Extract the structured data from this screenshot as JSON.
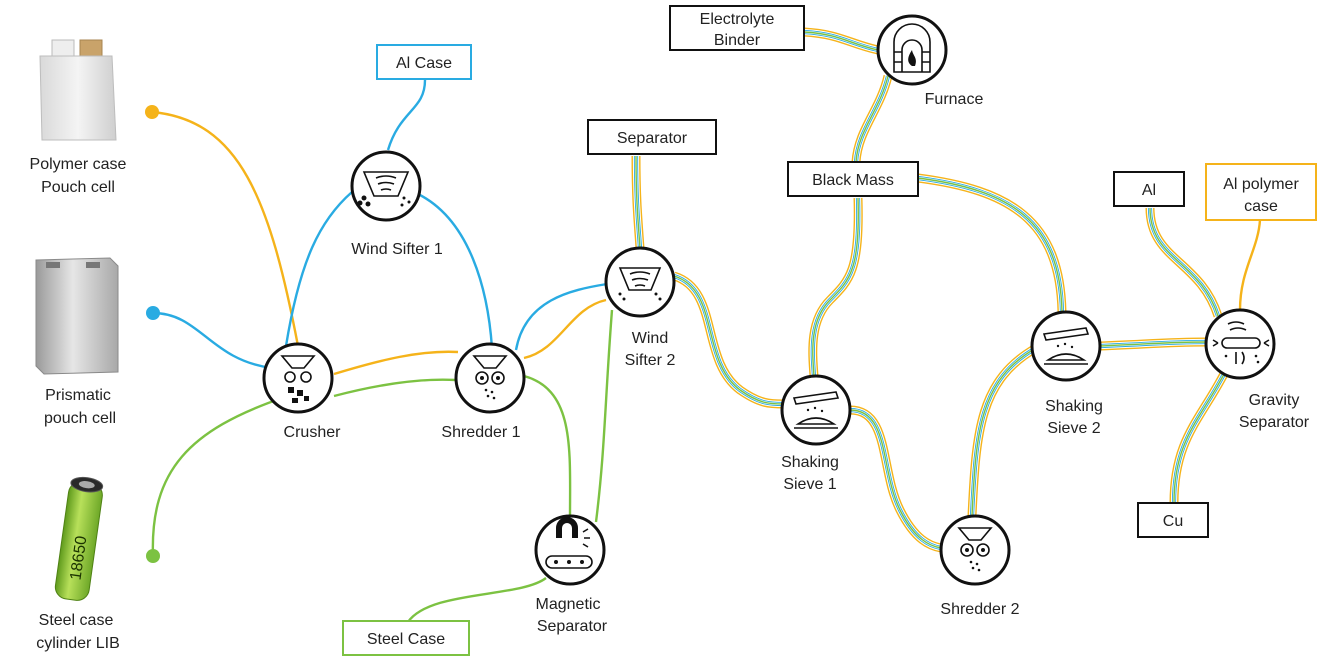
{
  "colors": {
    "pouch": "#f5b31a",
    "prismatic": "#29abe2",
    "cylinder": "#7cc242",
    "node_stroke": "#111111",
    "box_default": "#111111"
  },
  "inputs": [
    {
      "id": "pouch",
      "label_lines": [
        "Polymer case",
        "Pouch cell"
      ]
    },
    {
      "id": "prismatic",
      "label_lines": [
        "Prismatic",
        "pouch cell"
      ]
    },
    {
      "id": "cylinder",
      "label_lines": [
        "Steel case",
        "cylinder LIB"
      ],
      "cell_text": "18650"
    }
  ],
  "nodes": [
    {
      "id": "crusher",
      "label_lines": [
        "Crusher"
      ],
      "icon": "crusher-icon"
    },
    {
      "id": "windsifter1",
      "label_lines": [
        "Wind Sifter 1"
      ],
      "icon": "wind-sifter-icon"
    },
    {
      "id": "shredder1",
      "label_lines": [
        "Shredder 1"
      ],
      "icon": "shredder-icon"
    },
    {
      "id": "windsifter2",
      "label_lines": [
        "Wind",
        "Sifter 2"
      ],
      "icon": "wind-sifter-icon"
    },
    {
      "id": "magnetic",
      "label_lines": [
        "Magnetic",
        "Separator"
      ],
      "icon": "magnet-icon"
    },
    {
      "id": "furnace",
      "label_lines": [
        "Furnace"
      ],
      "icon": "furnace-icon"
    },
    {
      "id": "sieve1",
      "label_lines": [
        "Shaking",
        "Sieve 1"
      ],
      "icon": "sieve-icon"
    },
    {
      "id": "shredder2",
      "label_lines": [
        "Shredder 2"
      ],
      "icon": "shredder-icon"
    },
    {
      "id": "sieve2",
      "label_lines": [
        "Shaking",
        "Sieve 2"
      ],
      "icon": "sieve-icon"
    },
    {
      "id": "gravity",
      "label_lines": [
        "Gravity",
        "Separator"
      ],
      "icon": "gravity-separator-icon"
    }
  ],
  "outputs": [
    {
      "id": "alcase",
      "label_lines": [
        "Al Case"
      ],
      "border": "#29abe2"
    },
    {
      "id": "separator",
      "label_lines": [
        "Separator"
      ],
      "border": "#111111"
    },
    {
      "id": "electrolyte",
      "label_lines": [
        "Electrolyte",
        "Binder"
      ],
      "border": "#111111"
    },
    {
      "id": "blackmass",
      "label_lines": [
        "Black Mass"
      ],
      "border": "#111111"
    },
    {
      "id": "steelcase",
      "label_lines": [
        "Steel Case"
      ],
      "border": "#7cc242"
    },
    {
      "id": "al",
      "label_lines": [
        "Al"
      ],
      "border": "#111111"
    },
    {
      "id": "alpolymer",
      "label_lines": [
        "Al polymer",
        "case"
      ],
      "border": "#f5b31a"
    },
    {
      "id": "cu",
      "label_lines": [
        "Cu"
      ],
      "border": "#111111"
    }
  ]
}
